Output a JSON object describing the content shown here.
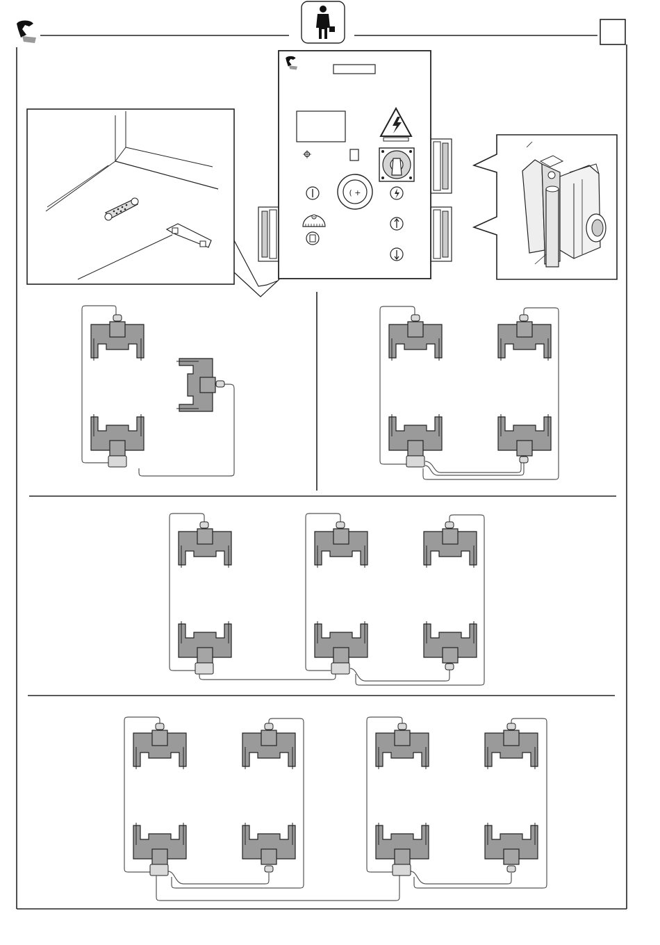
{
  "header": {
    "logo_icon": "manufacturer-logo-icon",
    "operator_icon": "operator-with-briefcase-icon",
    "page_box_text": ""
  },
  "control_panel": {
    "label_plate_text": "",
    "warning_icon": "high-voltage-warning-icon",
    "buttons": [
      {
        "icon": "power-indicator-icon"
      },
      {
        "icon": "emergency-stop-icon"
      },
      {
        "icon": "lightning-icon"
      },
      {
        "icon": "lift-up-arrow-icon"
      },
      {
        "icon": "lift-down-arrow-icon"
      },
      {
        "icon": "manual-mode-icon"
      }
    ]
  },
  "colors": {
    "lift_fill": "#9a9a9a",
    "lift_dark": "#8a8a8a",
    "connector_fill": "#d9d9d9",
    "line": "#222222",
    "cable": "#555555"
  },
  "configurations": [
    {
      "id": "two-columns-plus-one",
      "columns": 3
    },
    {
      "id": "four-columns",
      "columns": 4
    },
    {
      "id": "six-columns",
      "columns": 6
    },
    {
      "id": "eight-columns",
      "columns": 8
    }
  ]
}
